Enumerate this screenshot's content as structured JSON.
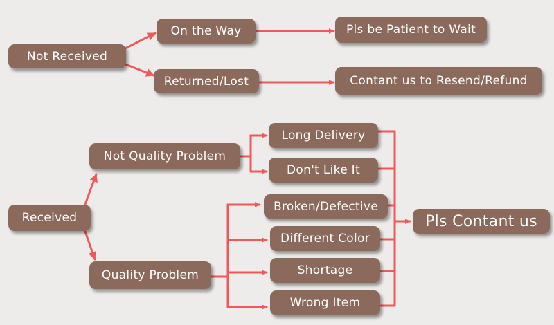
{
  "colors": {
    "background": "#eeecea",
    "node_fill": "#8c6a5b",
    "node_text": "#ffffff",
    "connector": "#ee5a5a"
  },
  "not_received": {
    "root": "Not Received",
    "on_the_way": "On the Way",
    "patient": "Pls be Patient to Wait",
    "returned": "Returned/Lost",
    "resend": "Contant us to Resend/Refund"
  },
  "received": {
    "root": "Received",
    "not_quality": "Not Quality Problem",
    "long_delivery": "Long Delivery",
    "dont_like": "Don't Like It",
    "quality": "Quality Problem",
    "broken": "Broken/Defective",
    "diff_color": "Different Color",
    "shortage": "Shortage",
    "wrong_item": "Wrong Item",
    "contact": "Pls Contant us"
  }
}
